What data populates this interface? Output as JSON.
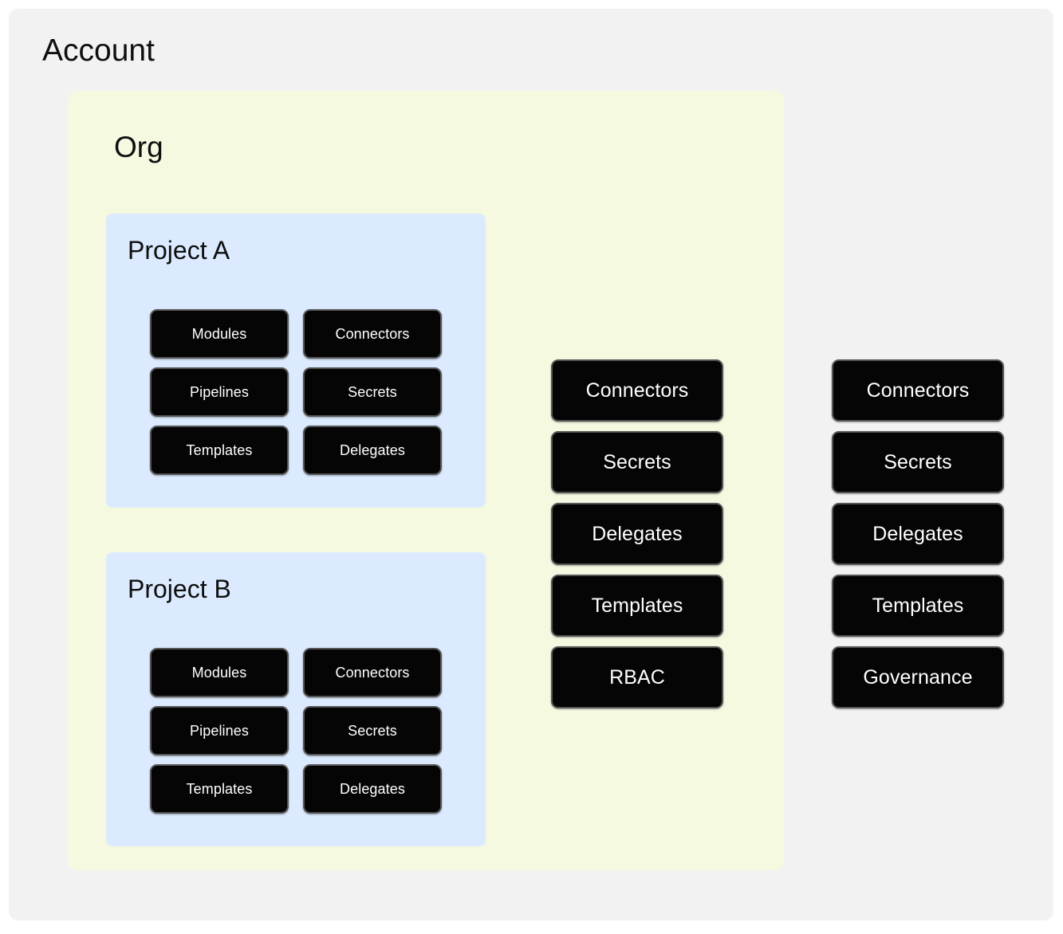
{
  "diagram": {
    "type": "hierarchy-scopes",
    "background": "#ffffff",
    "colors": {
      "account_scope": "#f2f2f2",
      "org_scope": "#f5f9e0",
      "project_scope": "#dbeafe",
      "node_fill": "#050505",
      "node_border": "#555555",
      "node_text": "#ffffff",
      "title_text": "#0f0f0f"
    },
    "account": {
      "title": "Account",
      "resources": [
        {
          "label": "Connectors"
        },
        {
          "label": "Secrets"
        },
        {
          "label": "Delegates"
        },
        {
          "label": "Templates"
        },
        {
          "label": "Governance"
        }
      ],
      "org": {
        "title": "Org",
        "resources": [
          {
            "label": "Connectors"
          },
          {
            "label": "Secrets"
          },
          {
            "label": "Delegates"
          },
          {
            "label": "Templates"
          },
          {
            "label": "RBAC"
          }
        ],
        "projects": [
          {
            "title": "Project A",
            "resources": [
              {
                "label": "Modules"
              },
              {
                "label": "Connectors"
              },
              {
                "label": "Pipelines"
              },
              {
                "label": "Secrets"
              },
              {
                "label": "Templates"
              },
              {
                "label": "Delegates"
              }
            ]
          },
          {
            "title": "Project B",
            "resources": [
              {
                "label": "Modules"
              },
              {
                "label": "Connectors"
              },
              {
                "label": "Pipelines"
              },
              {
                "label": "Secrets"
              },
              {
                "label": "Templates"
              },
              {
                "label": "Delegates"
              }
            ]
          }
        ]
      }
    }
  }
}
